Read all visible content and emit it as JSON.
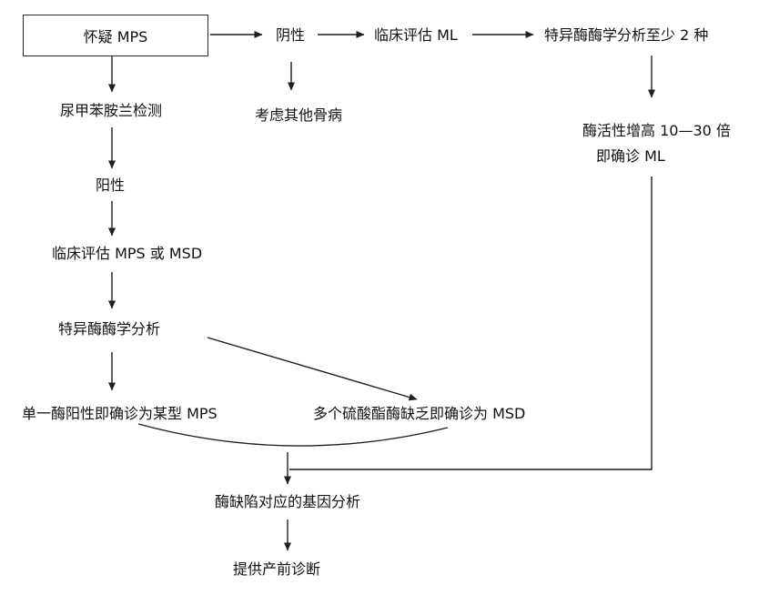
{
  "style": {
    "background": "#ffffff",
    "text_color": "#111111",
    "line_color": "#1f1f1f"
  },
  "nodes": {
    "suspect_mps": "怀疑 MPS",
    "negative": "阴性",
    "clinical_eval_ml": "临床评估 ML",
    "enzyme_analysis_2": "特异酶酶学分析至少 2 种",
    "urine_test": "尿甲苯胺兰检测",
    "other_bone_disease": "考虑其他骨病",
    "enzyme_activity_line1": "酶活性增高 10—30 倍",
    "enzyme_activity_line2": "即确诊 ML",
    "positive": "阳性",
    "clinical_eval_mps_msd": "临床评估 MPS 或 MSD",
    "enzyme_analysis": "特异酶酶学分析",
    "single_enzyme_mps": "单一酶阳性即确诊为某型 MPS",
    "multi_sulfatase_msd": "多个硫酸酯酶缺乏即确诊为 MSD",
    "gene_analysis": "酶缺陷对应的基因分析",
    "prenatal_diagnosis": "提供产前诊断"
  }
}
